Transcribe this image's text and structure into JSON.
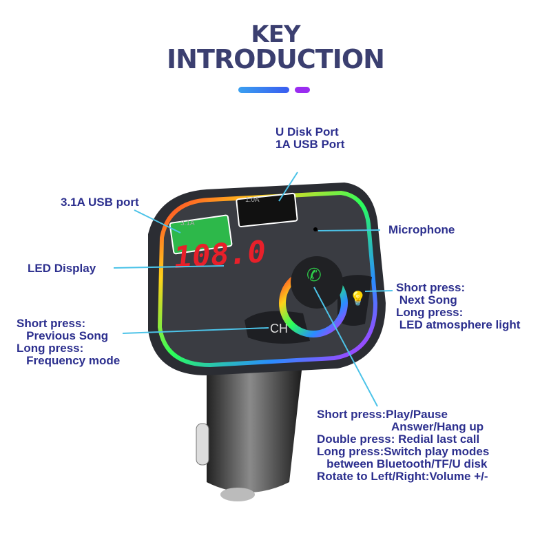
{
  "title": {
    "line1": "KEY",
    "line2": "INTRODUCTION"
  },
  "colors": {
    "text": "#2c2f8e",
    "title": "#3b3f70",
    "leader_line": "#4cc3e8",
    "display": "#e8202a",
    "accent_blue": "#3a5cf0",
    "accent_purple": "#9a2cf0"
  },
  "device": {
    "display_reading": "108.0",
    "port_left_marking": "3.1A",
    "port_right_marking": "1.0A",
    "button_left_label": "CH"
  },
  "labels": {
    "u_disk": {
      "line1": "U Disk Port",
      "line2": "1A USB Port"
    },
    "usb31": "3.1A USB port",
    "microphone": "Microphone",
    "led_display": "LED Display",
    "right_button": {
      "line1": "Short press:",
      "line2": " Next Song",
      "line3": "Long press:",
      "line4": " LED atmosphere light"
    },
    "left_button": {
      "line1": "Short press:",
      "line2": "   Previous Song",
      "line3": "Long press:",
      "line4": "   Frequency mode"
    },
    "knob": {
      "line1": "Short press:Play/Pause",
      "line2": "                       Answer/Hang up",
      "line3": "Double press: Redial last call",
      "line4": "Long press:Switch play modes",
      "line5": "   between Bluetooth/TF/U disk",
      "line6": "Rotate to Left/Right:Volume +/-"
    }
  }
}
